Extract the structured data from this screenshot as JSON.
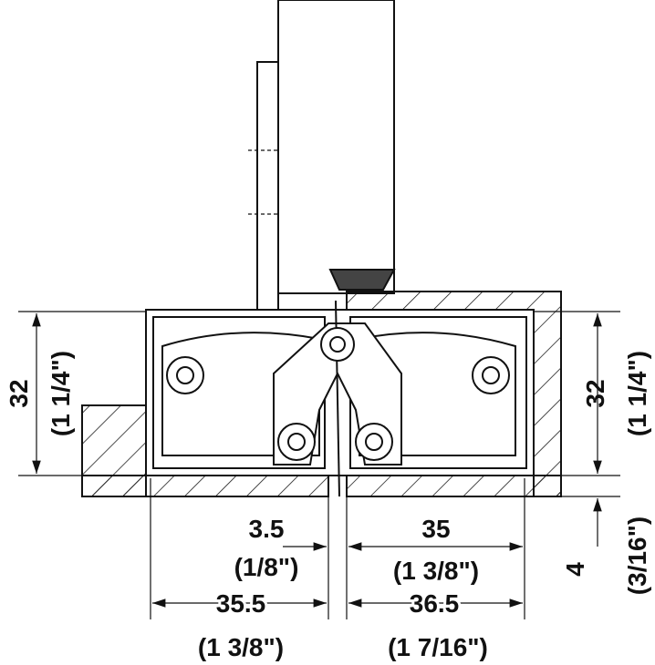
{
  "dimensions": {
    "height_left": {
      "mm": "32",
      "inch": "(1 1/4\")"
    },
    "height_right": {
      "mm": "32",
      "inch": "(1 1/4\")"
    },
    "depth_right": {
      "mm": "4",
      "inch": "(3/16\")"
    },
    "gap": {
      "mm": "3.5",
      "inch": "(1/8\")"
    },
    "frame_inner": {
      "mm": "35",
      "inch": "(1 3/8\")"
    },
    "door_side": {
      "mm": "35.5",
      "inch": "(1 3/8\")"
    },
    "frame_side": {
      "mm": "36.5",
      "inch": "(1 7/16\")"
    }
  }
}
